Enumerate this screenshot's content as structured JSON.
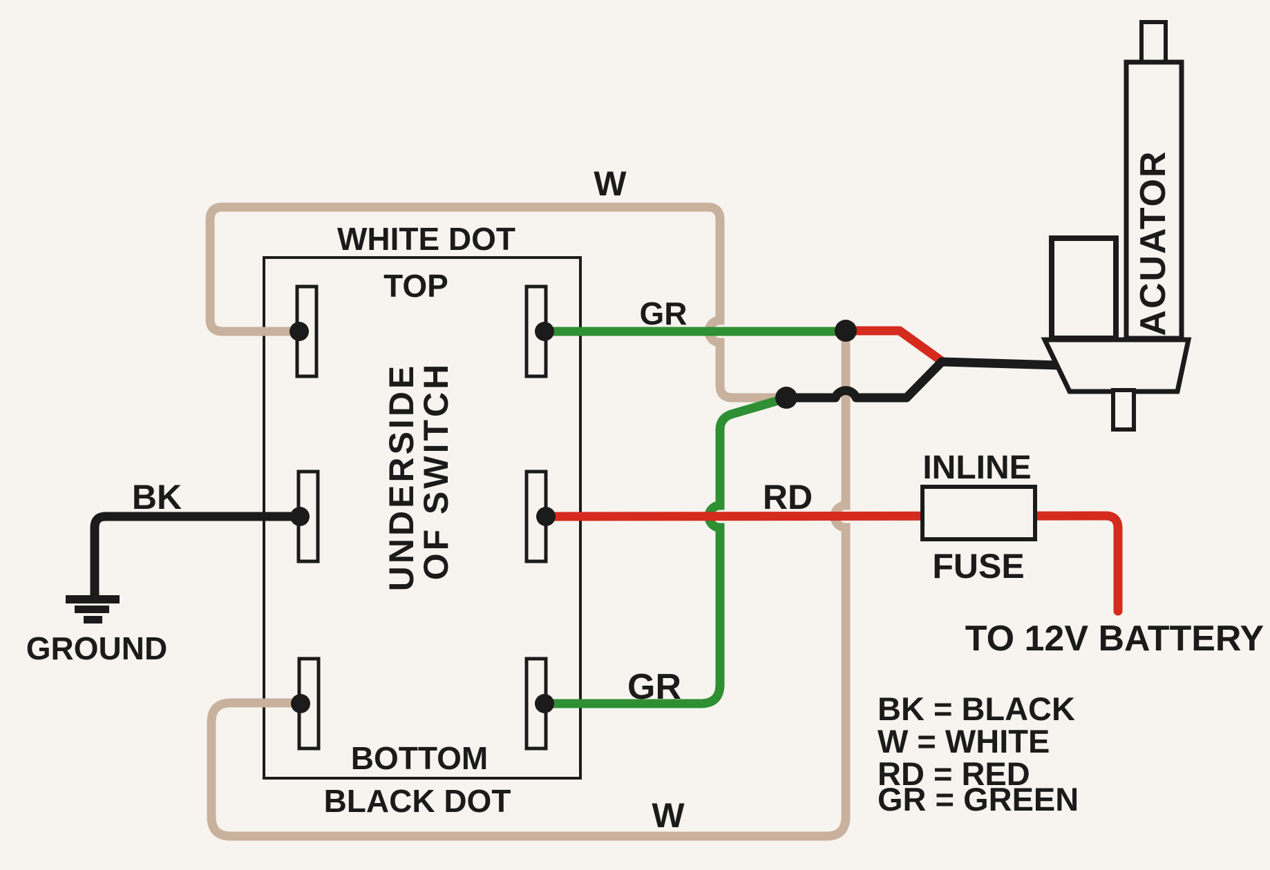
{
  "diagram": {
    "type": "wiring-diagram",
    "subject": "Rocker switch to linear actuator wiring",
    "colors": {
      "paper": "#f7f4ef",
      "ink": "#1b1b1b",
      "white_wire_tan": "#c8b19d",
      "green_wire": "#2e8f33",
      "red_wire": "#d52a1e"
    },
    "switch": {
      "label_top_line1": "WHITE DOT",
      "label_top_line2": "TOP",
      "label_center_line1": "UNDERSIDE",
      "label_center_line2": "OF SWITCH",
      "label_bottom_line1": "BOTTOM",
      "label_bottom_line2": "BLACK DOT",
      "terminal_count": 6
    },
    "wire_labels": {
      "w_top": "W",
      "gr_top": "GR",
      "bk": "BK",
      "rd": "RD",
      "gr_bottom": "GR",
      "w_bottom": "W"
    },
    "ground": {
      "label": "GROUND"
    },
    "fuse": {
      "label_above": "INLINE",
      "label_below": "FUSE"
    },
    "battery": {
      "label": "TO 12V BATTERY"
    },
    "actuator": {
      "label": "ACUATOR"
    },
    "legend": {
      "lines": [
        "BK = BLACK",
        "W = WHITE",
        "RD = RED",
        "GR = GREEN"
      ]
    }
  }
}
